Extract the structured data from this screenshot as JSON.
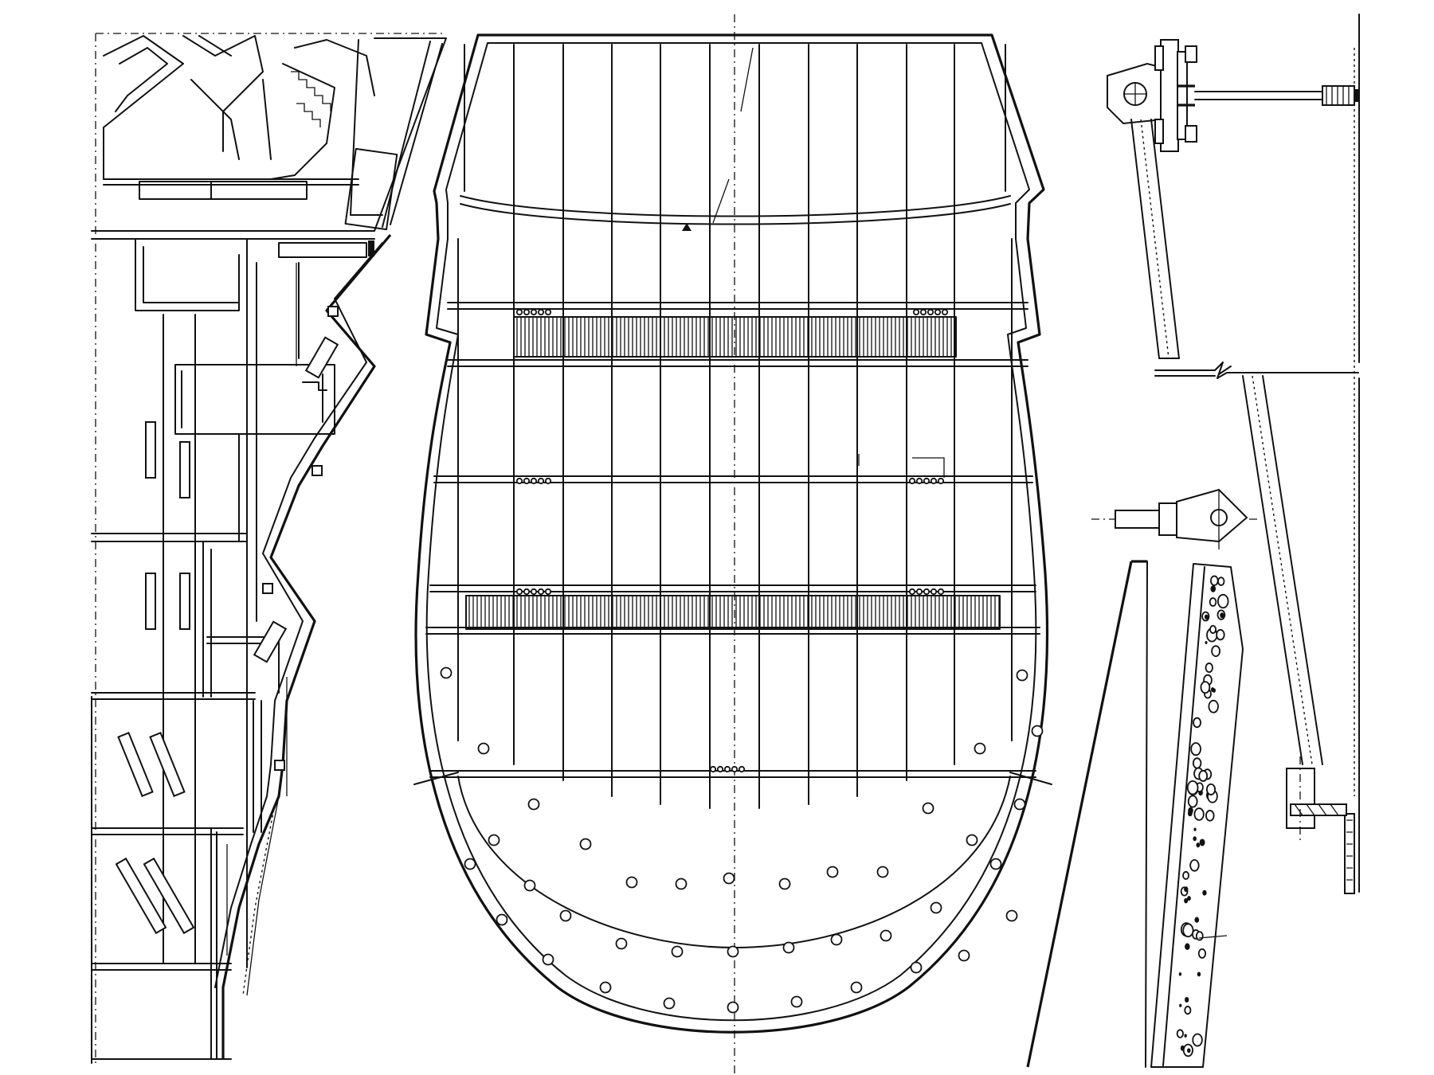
{
  "drawing": {
    "views": [
      {
        "id": "plan-view",
        "description_visible": false
      },
      {
        "id": "auditorium-ceiling",
        "description_visible": false
      },
      {
        "id": "section-detail",
        "description_visible": false
      }
    ],
    "colors": {
      "ink": "#111111",
      "paper": "#ffffff"
    }
  }
}
